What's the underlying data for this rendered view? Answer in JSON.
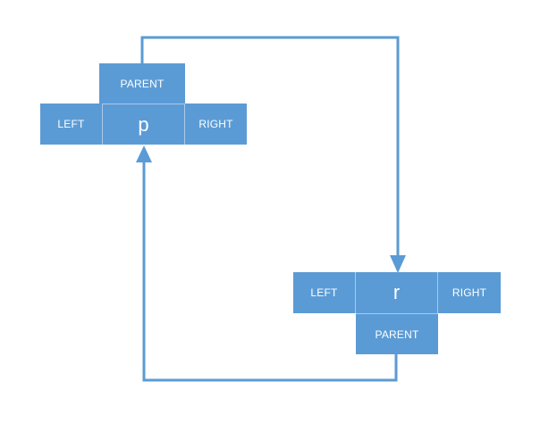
{
  "node_p": {
    "parent_label": "PARENT",
    "left_label": "LEFT",
    "center_label": "p",
    "right_label": "RIGHT"
  },
  "node_r": {
    "left_label": "LEFT",
    "center_label": "r",
    "right_label": "RIGHT",
    "parent_label": "PARENT"
  },
  "colors": {
    "box_fill": "#5b9bd5",
    "divider": "#a9c9ea",
    "connector": "#5b9bd5",
    "text": "#ffffff"
  }
}
